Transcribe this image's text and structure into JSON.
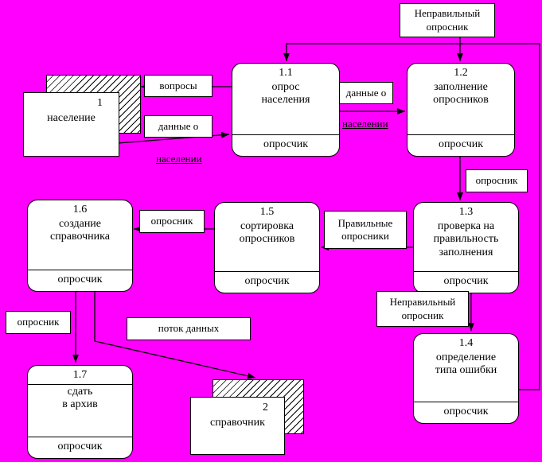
{
  "diagram": {
    "colors": {
      "background": "#FF00FF",
      "box_fill": "#FFFFFF",
      "line": "#000000"
    },
    "processes": {
      "p11": {
        "num": "1.1",
        "line1": "опрос",
        "line2": "населения",
        "mech": "опросчик"
      },
      "p12": {
        "num": "1.2",
        "line1": "заполнение",
        "line2": "опросников",
        "mech": "опросчик"
      },
      "p13": {
        "num": "1.3",
        "line1": "проверка на",
        "line2": "правильность",
        "line3": "заполнения",
        "mech": "опросчик"
      },
      "p14": {
        "num": "1.4",
        "line1": "определение",
        "line2": "типа ошибки",
        "mech": "опросчик"
      },
      "p15": {
        "num": "1.5",
        "line1": "сортировка",
        "line2": "опросников",
        "mech": "опросчик"
      },
      "p16": {
        "num": "1.6",
        "line1": "создание",
        "line2": "справочника",
        "mech": "опросчик"
      },
      "p17": {
        "num": "1.7",
        "line1": "сдать",
        "line2": "в архив",
        "mech": "опросчик"
      }
    },
    "entities": {
      "e1": {
        "num": "1",
        "name": "население"
      },
      "e2": {
        "num": "2",
        "name": "справочник"
      }
    },
    "labels": {
      "invalid_top_line1": "Неправильный",
      "invalid_top_line2": "опросник",
      "voprosy": "вопросы",
      "dannye_o_1": "данные о",
      "naselenii_1": "населении",
      "dannye_o_2": "данные о",
      "naselenii_2": "населении",
      "oprosnik_12_13": "опросник",
      "pravilnye_line1": "Правильные",
      "pravilnye_line2": "опросники",
      "oprosnik_15_16": "опросник",
      "oprosnik_16_17": "опросник",
      "potok_dannyh": "поток данных",
      "invalid_mid_line1": "Неправильный",
      "invalid_mid_line2": "опросник"
    }
  }
}
